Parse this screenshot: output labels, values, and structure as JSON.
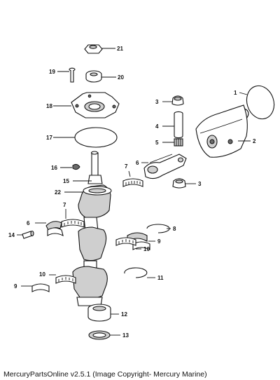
{
  "caption": "MercuryPartsOnline v2.5.1 (Image Copyright- Mercury Marine)",
  "callouts": {
    "c1": "1",
    "c2": "2",
    "c3a": "3",
    "c3b": "3",
    "c4": "4",
    "c5": "5",
    "c6a": "6",
    "c6b": "6",
    "c7a": "7",
    "c7b": "7",
    "c8": "8",
    "c9a": "9",
    "c9b": "9",
    "c10a": "10",
    "c10b": "10",
    "c11": "11",
    "c12": "12",
    "c13": "13",
    "c14": "14",
    "c15": "15",
    "c16": "16",
    "c17": "17",
    "c18": "18",
    "c19": "19",
    "c20": "20",
    "c21": "21",
    "c22": "22"
  }
}
